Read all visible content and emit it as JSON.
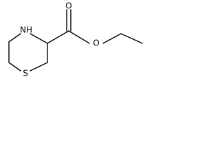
{
  "molecule": {
    "atoms": {
      "nitrogen_label": "NH",
      "sulfur_label": "S",
      "carbonyl_oxygen_label": "O",
      "ester_oxygen_label": "O"
    },
    "colors": {
      "bond": "#000000",
      "label": "#000000",
      "background": "#ffffff"
    }
  }
}
